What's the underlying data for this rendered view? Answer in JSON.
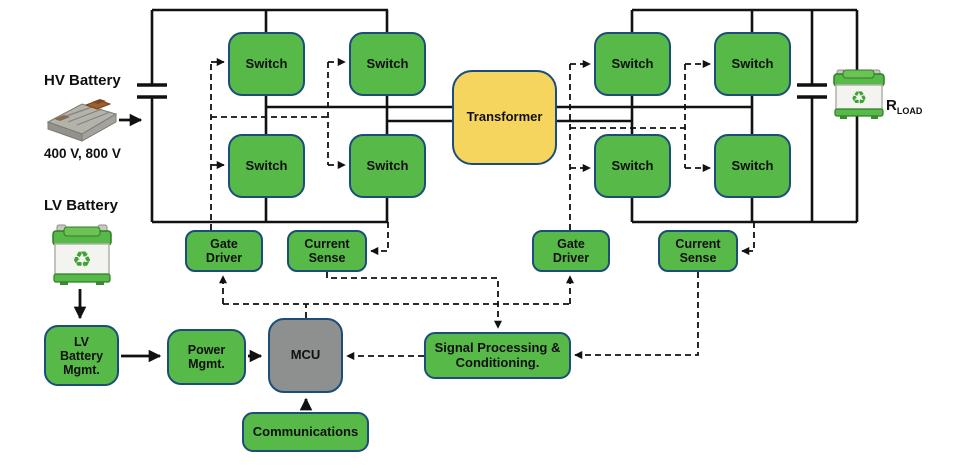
{
  "labels": {
    "hv_battery": "HV Battery",
    "hv_voltage": "400 V, 800 V",
    "lv_battery": "LV Battery",
    "r_load_main": "R",
    "r_load_sub": "LOAD"
  },
  "blocks": {
    "switch": "Switch",
    "transformer": "Transformer",
    "gate_driver": "Gate\nDriver",
    "current_sense": "Current\nSense",
    "lv_battery_mgmt": "LV\nBattery\nMgmt.",
    "power_mgmt": "Power\nMgmt.",
    "mcu": "MCU",
    "signal_processing": "Signal Processing &\nConditioning.",
    "communications": "Communications"
  },
  "icons": {
    "hv_battery_image": "ev-battery-pack-icon",
    "lv_battery_image": "car-battery-icon",
    "load_battery_image": "car-battery-icon"
  },
  "colors": {
    "block_green": "#57b948",
    "block_yellow": "#f6d55e",
    "block_gray": "#8e9090",
    "border_blue": "#1b4d79",
    "wire_black": "#111111",
    "background": "#ffffff"
  }
}
